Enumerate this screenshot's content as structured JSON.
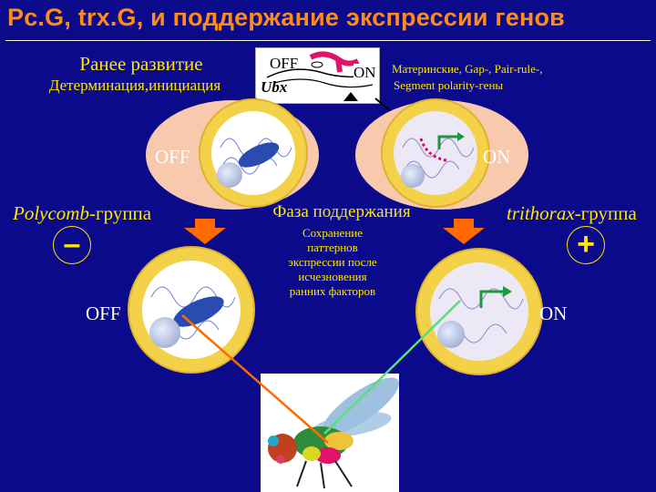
{
  "title": "Pc.G, trx.G, и поддержание экспрессии генов",
  "early": {
    "heading": "Ранее развитие",
    "sub": "Детерминация,инициация"
  },
  "gene_box": {
    "off": "OFF",
    "on": "ON",
    "gene": "Ubx"
  },
  "maternal": {
    "line1": "Материнские, Gap-, Pair-rule-,",
    "line2": "Segment polarity-гены"
  },
  "left_off": "OFF",
  "right_on": "ON",
  "polycomb": {
    "italic": "Polycomb",
    "suffix": "-группа"
  },
  "trithorax": {
    "italic": "trithorax",
    "suffix": "-группа"
  },
  "maintenance": {
    "heading": "Фаза поддержания",
    "l1": "Сохранение",
    "l2": "паттернов",
    "l3": "экспрессии после",
    "l4": "исчезновения",
    "l5": "ранних факторов"
  },
  "minus_sign": "–",
  "plus_sign": "+",
  "bottom_off": "OFF",
  "bottom_on": "ON",
  "colors": {
    "background": "#0a0a8a",
    "title": "#ff8c1a",
    "text": "#ffe600",
    "oval": "#f8c9ad",
    "cell": "#f3d24a",
    "arrow_orange": "#ff6a00",
    "arrow_green": "#55e07a"
  }
}
